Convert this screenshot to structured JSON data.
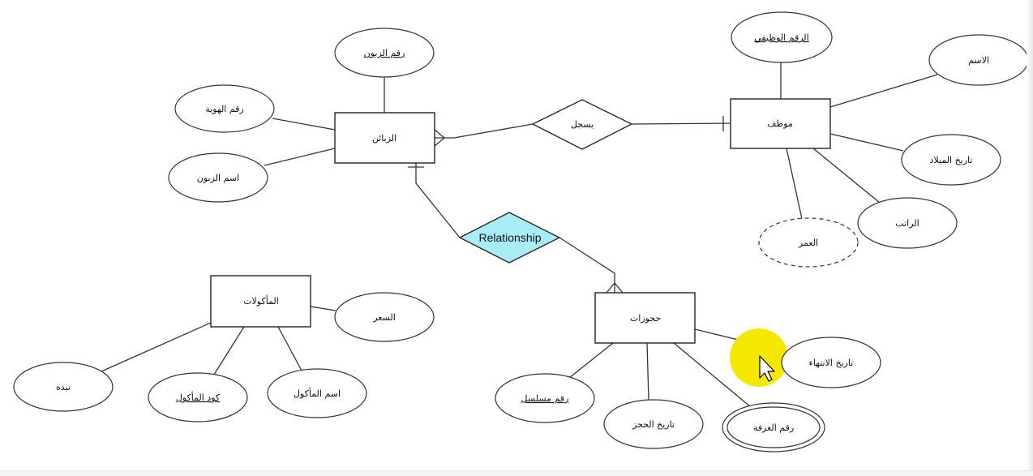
{
  "diagram": {
    "entities": {
      "customers": "الزبائن",
      "employee": "موظف",
      "reservations": "حجوزات",
      "foods": "المأكولات"
    },
    "relationships": {
      "registers": "يسجل",
      "generic": "Relationship"
    },
    "attributes": {
      "customer_number": "رقم الزبون",
      "id_number": "رقم الهوية",
      "customer_name": "اسم الزبون",
      "employee_number": "الرقم الوظيفي",
      "name": "الاسم",
      "birth_date": "تاريخ الميلاد",
      "salary": "الراتب",
      "age": "العمر",
      "serial_number": "رقم مسلسل",
      "booking_date": "تاريخ الحجز",
      "room_number": "رقم الغرفة",
      "end_date": "تاريخ الانتهاء",
      "price": "السعر",
      "food_name": "اسم المأكول",
      "food_code": "كود المأكول",
      "summary": "نبذه"
    },
    "colors": {
      "relationship_fill": "#a8ecf5",
      "cursor_highlight": "#f5e800",
      "stroke": "#333333"
    },
    "icons": {
      "cursor": "mouse-pointer-icon"
    }
  }
}
